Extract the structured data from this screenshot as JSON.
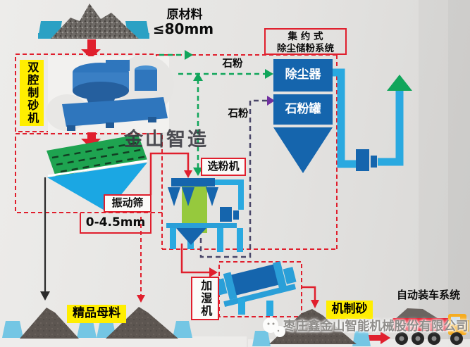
{
  "diagram": {
    "watermark_center": "金山智造",
    "company_watermark": "枣庄鑫金山智能机械股份有限公司",
    "feed": {
      "label": "原材料",
      "size": "≤80mm"
    },
    "crusher": {
      "label": "双腔制砂机"
    },
    "screen": {
      "label": "振动筛",
      "range": "0-4.5mm"
    },
    "classifier": {
      "label": "选粉机"
    },
    "dust_system": {
      "title_line1": "集 约 式",
      "title_line2": "除尘储粉系统",
      "collector": "除尘器",
      "tank": "石粉罐"
    },
    "powder_label_top": "石粉",
    "powder_label_mid": "石粉",
    "humidifier": {
      "label": "加湿机"
    },
    "outputs": {
      "aggregate": "精品母料",
      "sand": "机制砂",
      "loading": "自动装车系统"
    }
  },
  "icons": [
    "watermark-mascot-icon",
    "up-exhaust-arrow-icon",
    "down-flow-arrow-icon"
  ],
  "colors": {
    "accent_red": "#e01f2d",
    "label_yellow": "#ffee00",
    "deep_blue": "#1565ad",
    "machine_blue": "#2f76bd",
    "pipe_blue": "#2aa9e0",
    "flow_green": "#10a55a",
    "deck_green": "#1ea350",
    "classifier_green": "#96c93d",
    "navy_dash": "#4a4769",
    "purple_arrow": "#7030a0",
    "pile_gray": "#5d5651",
    "support_cyan": "#74c6e4",
    "truck_yellow": "#f6ac1f"
  }
}
